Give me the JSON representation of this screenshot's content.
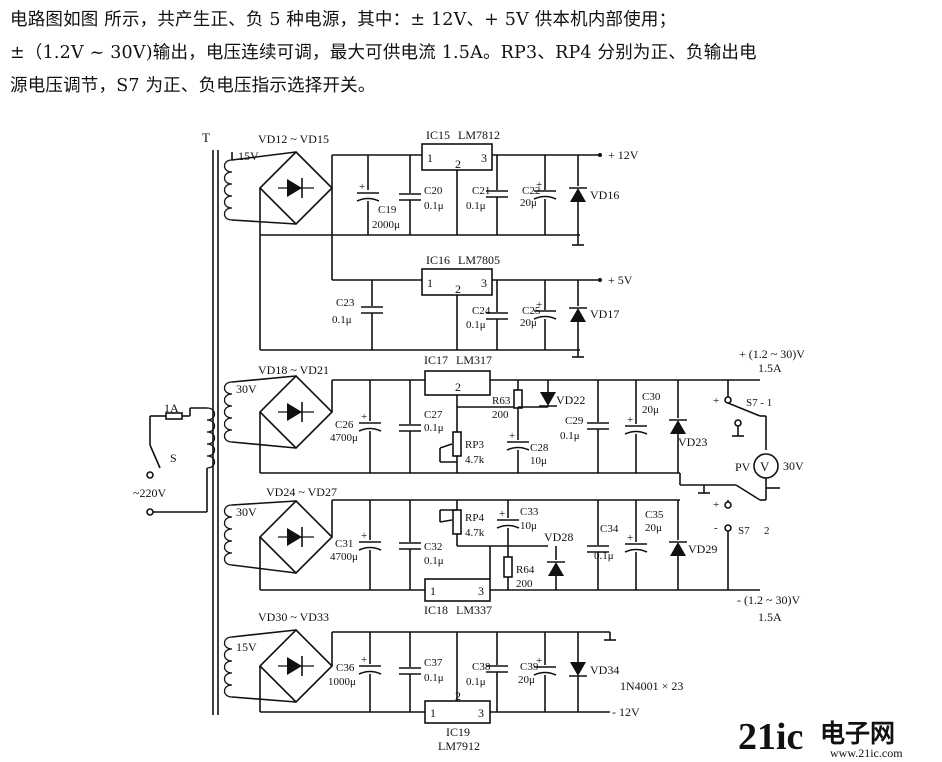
{
  "paragraph": {
    "line1": "电路图如图      所示，共产生正、负 5 种电源，其中：± 12V、+ 5V 供本机内部使用；",
    "line2": "±（1.2V ~ 30V)输出，电压连续可调，最大可供电流 1.5A。RP3、RP4 分别为正、负输出电",
    "line3": "源电压调节，S7 为正、负电压指示选择开关。"
  },
  "diagram": {
    "transformer": "T",
    "mains": {
      "fuse": "1A",
      "switch": "S",
      "voltage": "~220V"
    },
    "section1": {
      "winding": "15V",
      "bridge": "VD12 ~ VD15",
      "ic": "IC15",
      "ic_model": "LM7812",
      "pin1": "1",
      "pin2": "2",
      "pin3": "3",
      "c19": "C19",
      "c19_val": "2000μ",
      "c20": "C20",
      "c20_val": "0.1μ",
      "c21": "C21",
      "c21_val": "0.1μ",
      "c22": "C22",
      "c22_val": "20μ",
      "diode": "VD16",
      "output": "+ 12V"
    },
    "section2": {
      "ic": "IC16",
      "ic_model": "LM7805",
      "pin1": "1",
      "pin2": "2",
      "pin3": "3",
      "c23": "C23",
      "c23_val": "0.1μ",
      "c24": "C24",
      "c24_val": "0.1μ",
      "c25": "C25",
      "c25_val": "20μ",
      "diode": "VD17",
      "output": "+ 5V"
    },
    "section3": {
      "winding": "30V",
      "bridge": "VD18 ~ VD21",
      "ic": "IC17",
      "ic_model": "LM317",
      "pin2": "2",
      "c26": "C26",
      "c26_val": "4700μ",
      "c27": "C27",
      "c27_val": "0.1μ",
      "r63": "R63",
      "r63_val": "200",
      "vd22": "VD22",
      "rp3": "RP3",
      "rp3_val": "4.7k",
      "c28": "C28",
      "c28_val": "10μ",
      "c29": "C29",
      "c29_val": "0.1μ",
      "c30": "C30",
      "c30_val": "20μ",
      "vd23": "VD23",
      "output": "+ (1.2 ~ 30)V",
      "current": "1.5A",
      "switch": "S7 - 1"
    },
    "meter": {
      "label": "PV",
      "symbol": "V",
      "range": "30V"
    },
    "section4": {
      "winding": "30V",
      "bridge": "VD24 ~ VD27",
      "ic": "IC18",
      "ic_model": "LM337",
      "pin1": "1",
      "pin3": "3",
      "c31": "C31",
      "c31_val": "4700μ",
      "c32": "C32",
      "c32_val": "0.1μ",
      "rp4": "RP4",
      "rp4_val": "4.7k",
      "c33": "C33",
      "c33_val": "10μ",
      "vd28": "VD28",
      "r64": "R64",
      "r64_val": "200",
      "c34": "C34",
      "c34_val": "0.1μ",
      "c35": "C35",
      "c35_val": "20μ",
      "vd29": "VD29",
      "switch": "S7",
      "switch_pos": "2",
      "output": "- (1.2 ~ 30)V",
      "current": "1.5A"
    },
    "section5": {
      "winding": "15V",
      "bridge": "VD30 ~ VD33",
      "ic": "IC19",
      "ic_model": "LM7912",
      "pin1": "1",
      "pin2": "2",
      "pin3": "3",
      "c36": "C36",
      "c36_val": "1000μ",
      "c37": "C37",
      "c37_val": "0.1μ",
      "c38": "C38",
      "c38_val": "0.1μ",
      "c39": "C39",
      "c39_val": "20μ",
      "diode": "VD34",
      "note": "1N4001 × 23",
      "output": "- 12V"
    }
  },
  "watermark": {
    "brand": "21ic",
    "cn": "电子网",
    "url": "www.21ic.com",
    "color_red": "#e0261f",
    "color_grey": "#8a8a8a"
  }
}
